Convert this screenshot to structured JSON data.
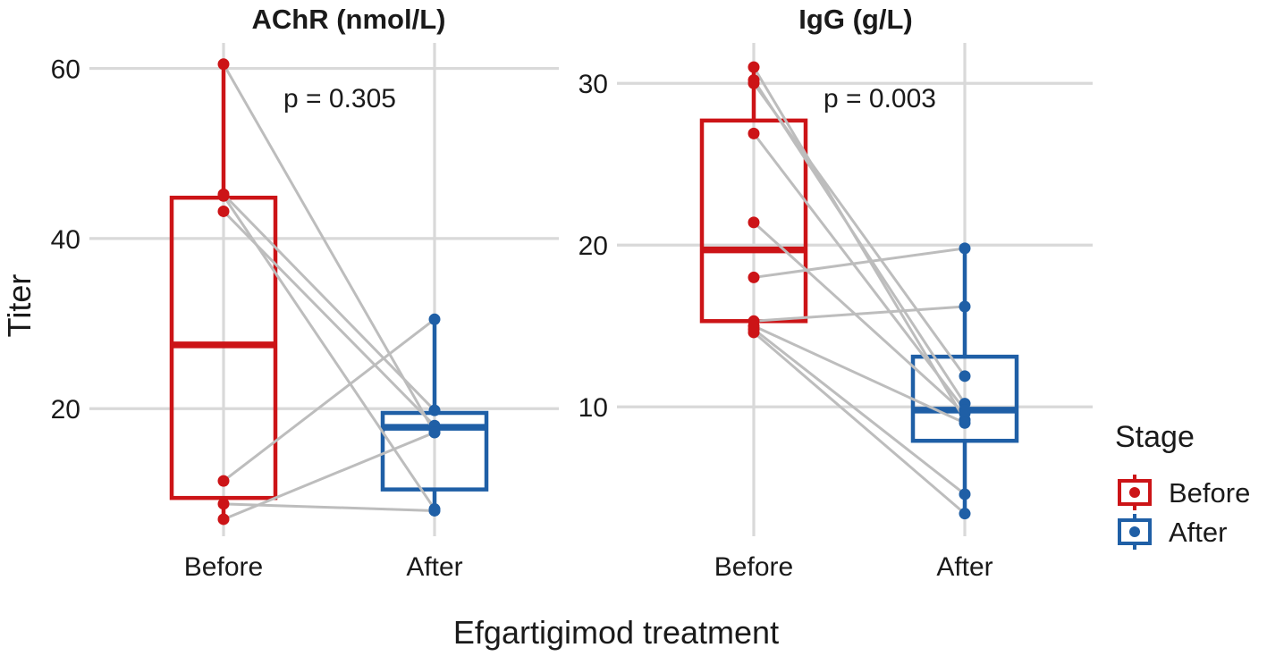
{
  "chart_data": {
    "type": "box",
    "xlabel": "Efgartigimod treatment",
    "ylabel": "Titer",
    "categories": [
      "Before",
      "After"
    ],
    "legend": {
      "title": "Stage",
      "position": "right",
      "items": [
        {
          "label": "Before",
          "color": "#cc1417"
        },
        {
          "label": "After",
          "color": "#1f5fa6"
        }
      ]
    },
    "grid": true,
    "pair_line_color": "#bdbdbd",
    "panels": [
      {
        "title": "AChR (nmol/L)",
        "annotation": "p = 0.305",
        "ylim": [
          5,
          63
        ],
        "yticks": [
          20,
          40,
          60
        ],
        "box": {
          "Before": {
            "q1": 9.5,
            "median": 27.5,
            "q3": 44.8,
            "whisker_low": 7.0,
            "whisker_high": 60.5
          },
          "After": {
            "q1": 10.5,
            "median": 17.8,
            "q3": 19.5,
            "whisker_low": 8.0,
            "whisker_high": 30.5
          }
        },
        "pairs": [
          {
            "before": 60.5,
            "after": 17.2
          },
          {
            "before": 45.2,
            "after": 19.8
          },
          {
            "before": 43.2,
            "after": 18.0
          },
          {
            "before": 45.0,
            "after": 8.2
          },
          {
            "before": 11.5,
            "after": 30.5
          },
          {
            "before": 8.8,
            "after": 8.0
          },
          {
            "before": 7.0,
            "after": 17.2
          }
        ]
      },
      {
        "title": "IgG (g/L)",
        "annotation": "p = 0.003",
        "ylim": [
          2,
          32.5
        ],
        "yticks": [
          10,
          20,
          30
        ],
        "box": {
          "Before": {
            "q1": 15.3,
            "median": 19.7,
            "q3": 27.7,
            "whisker_low": 14.6,
            "whisker_high": 31.0
          },
          "After": {
            "q1": 7.9,
            "median": 9.8,
            "q3": 13.1,
            "whisker_low": 3.4,
            "whisker_high": 19.8
          }
        },
        "pairs": [
          {
            "before": 31.0,
            "after": 9.2
          },
          {
            "before": 30.0,
            "after": 11.9
          },
          {
            "before": 30.2,
            "after": 10.2
          },
          {
            "before": 26.9,
            "after": 9.8
          },
          {
            "before": 21.4,
            "after": 9.6
          },
          {
            "before": 18.0,
            "after": 19.8
          },
          {
            "before": 15.3,
            "after": 16.2
          },
          {
            "before": 15.0,
            "after": 9.0
          },
          {
            "before": 14.8,
            "after": 4.6
          },
          {
            "before": 14.6,
            "after": 3.4
          }
        ]
      }
    ]
  }
}
